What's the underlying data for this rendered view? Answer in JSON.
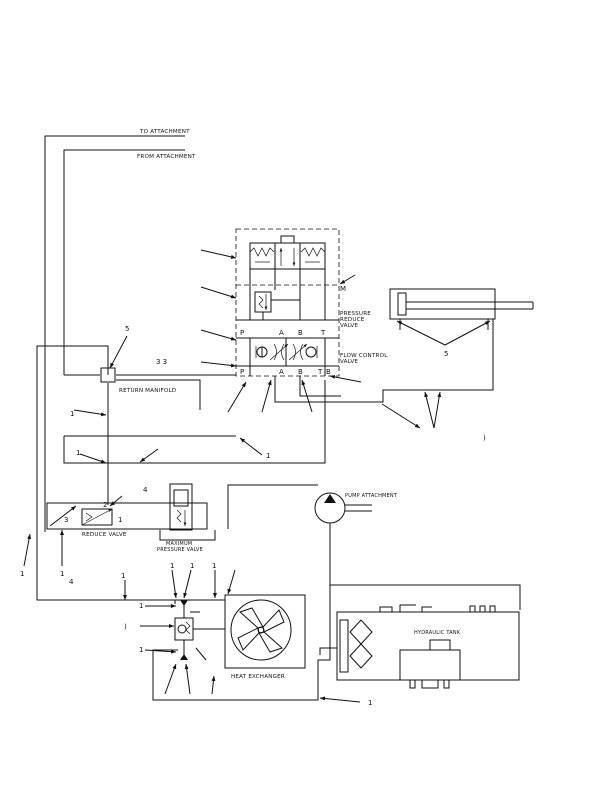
{
  "labels": {
    "to_attachment": "TO ATTACHMENT",
    "from_attachment": "FROM ATTACHMENT",
    "pressure_reduce_valve_1": "PRESSURE",
    "pressure_reduce_valve_2": "REDUCE",
    "pressure_reduce_valve_3": "VALVE",
    "flow_control_valve_1": "FLOW CONTROL",
    "flow_control_valve_2": "VALVE",
    "return_manifold": "RETURN MANIFOLD",
    "pump_attachment": "PUMP ATTACHMENT",
    "reduce_valve": "REDUCE VALVE",
    "maximum_pressure_valve_1": "MAXIMUM",
    "maximum_pressure_valve_2": "PRESSURE VALVE",
    "hydraulic_tank": "HYDRAULIC TANK",
    "heat_exchanger": "HEAT EXCHANGER"
  },
  "ports": {
    "p_upper": "P",
    "a_upper": "A",
    "b_upper": "B",
    "t_upper": "T",
    "m": "M",
    "p_lower": "P",
    "a_lower": "A",
    "b_lower": "B",
    "t_lower": "T",
    "b_lower2": "B",
    "manifold_2": "2",
    "manifold_1": "1",
    "manifold_3": "3"
  },
  "callouts": {
    "c_manifold": "5",
    "c_dots": "3   3",
    "c_cylinder": "5",
    "c_right": ")",
    "c_lower_left_a": "1",
    "c_lower_left_b": "1",
    "c_max_pv": "4",
    "c_bottom_a": "1",
    "c_bottom_b": "4",
    "c_he_a": "1",
    "c_he_b": "1",
    "c_he_c": "1",
    "c_left_a": "1",
    "c_left_b": ")",
    "c_left_c": "1",
    "c_bottom_right": "1",
    "c_mid_a": "1",
    "c_mid_b": "1",
    "c_mid_c": "1"
  }
}
